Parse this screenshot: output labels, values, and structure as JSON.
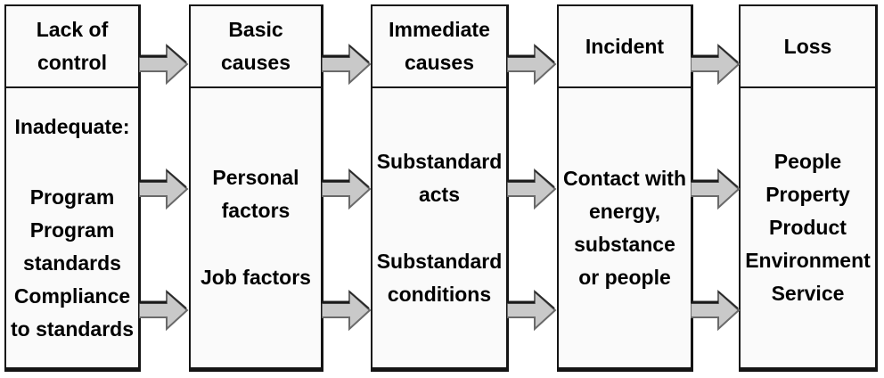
{
  "colors": {
    "page_bg": "#ffffff",
    "box_bg": "#fafafa",
    "box_border": "#141414",
    "text": "#000000",
    "arrow_fill": "#c9c9c9",
    "arrow_outline": "#6a6a6a",
    "arrow_top_edge": "#1a1a1a"
  },
  "diagram": {
    "columns": [
      {
        "id": "lack-of-control",
        "header_lines": [
          "Lack of",
          "control"
        ],
        "body_groups": [
          [
            "Inadequate:"
          ],
          [
            "Program",
            "Program",
            "standards",
            "Compliance",
            "to standards"
          ]
        ]
      },
      {
        "id": "basic-causes",
        "header_lines": [
          "Basic",
          "causes"
        ],
        "body_groups": [
          [
            "Personal",
            "factors"
          ],
          [
            "Job factors"
          ]
        ]
      },
      {
        "id": "immediate-causes",
        "header_lines": [
          "Immediate",
          "causes"
        ],
        "body_groups": [
          [
            "Substandard",
            "acts"
          ],
          [
            "Substandard",
            "conditions"
          ]
        ]
      },
      {
        "id": "incident",
        "header_lines": [
          "Incident"
        ],
        "body_groups": [
          [
            "Contact with",
            "energy,",
            "substance",
            "or people"
          ]
        ]
      },
      {
        "id": "loss",
        "header_lines": [
          "Loss"
        ],
        "body_groups": [
          [
            "People",
            "Property",
            "Product",
            "Environment",
            "Service"
          ]
        ]
      }
    ],
    "connections": [
      {
        "from": "lack-of-control",
        "to": "basic-causes",
        "arrow_count": 3
      },
      {
        "from": "basic-causes",
        "to": "immediate-causes",
        "arrow_count": 3
      },
      {
        "from": "immediate-causes",
        "to": "incident",
        "arrow_count": 3
      },
      {
        "from": "incident",
        "to": "loss",
        "arrow_count": 3
      }
    ]
  }
}
